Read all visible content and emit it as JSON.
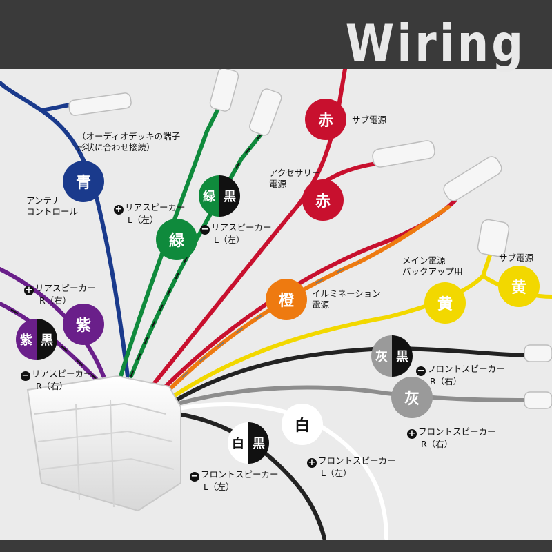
{
  "header": {
    "title": "Wiring"
  },
  "colors": {
    "blue": "#1a3a8c",
    "green": "#0f8a3c",
    "red": "#c8102e",
    "orange": "#ee7a10",
    "yellow": "#f2d800",
    "purple": "#6a1f8a",
    "gray": "#9a9a9a",
    "white": "#ffffff",
    "black": "#111111"
  },
  "badges": {
    "blue": "青",
    "green": "緑",
    "green_black": {
      "left": "緑",
      "right": "黒"
    },
    "red_top": "赤",
    "red": "赤",
    "orange": "橙",
    "yellow_1": "黄",
    "yellow_2": "黄",
    "purple": "紫",
    "purple_black": {
      "left": "紫",
      "right": "黒"
    },
    "gray_black": {
      "left": "灰",
      "right": "黒"
    },
    "gray": "灰",
    "white": "白",
    "white_black": {
      "left": "白",
      "right": "黒"
    }
  },
  "labels": {
    "blue_note_1": "（オーディオデッキの端子",
    "blue_note_2": "形状に合わせ接続）",
    "antenna_1": "アンテナ",
    "antenna_2": "コントロール",
    "rear_plus_l_1": "リアスピーカー",
    "rear_plus_l_2": "L（左）",
    "rear_minus_l_1": "リアスピーカー",
    "rear_minus_l_2": "L（左）",
    "sub_power_top": "サブ電源",
    "accessory_1": "アクセサリー",
    "accessory_2": "電源",
    "illumination_1": "イルミネーション",
    "illumination_2": "電源",
    "main_power_1": "メイン電源",
    "main_power_2": "バックアップ用",
    "sub_power_right": "サブ電源",
    "rear_plus_r_1": "リアスピーカー",
    "rear_plus_r_2": "R（右）",
    "rear_minus_r_1": "リアスピーカー",
    "rear_minus_r_2": "R（右）",
    "front_minus_r_1": "フロントスピーカー",
    "front_minus_r_2": "R（右）",
    "front_plus_r_1": "フロントスピーカー",
    "front_plus_r_2": "R（右）",
    "front_plus_l_1": "フロントスピーカー",
    "front_plus_l_2": "L（左）",
    "front_minus_l_1": "フロントスピーカー",
    "front_minus_l_2": "L（左）"
  },
  "signs": {
    "plus": "+",
    "minus": "−"
  }
}
